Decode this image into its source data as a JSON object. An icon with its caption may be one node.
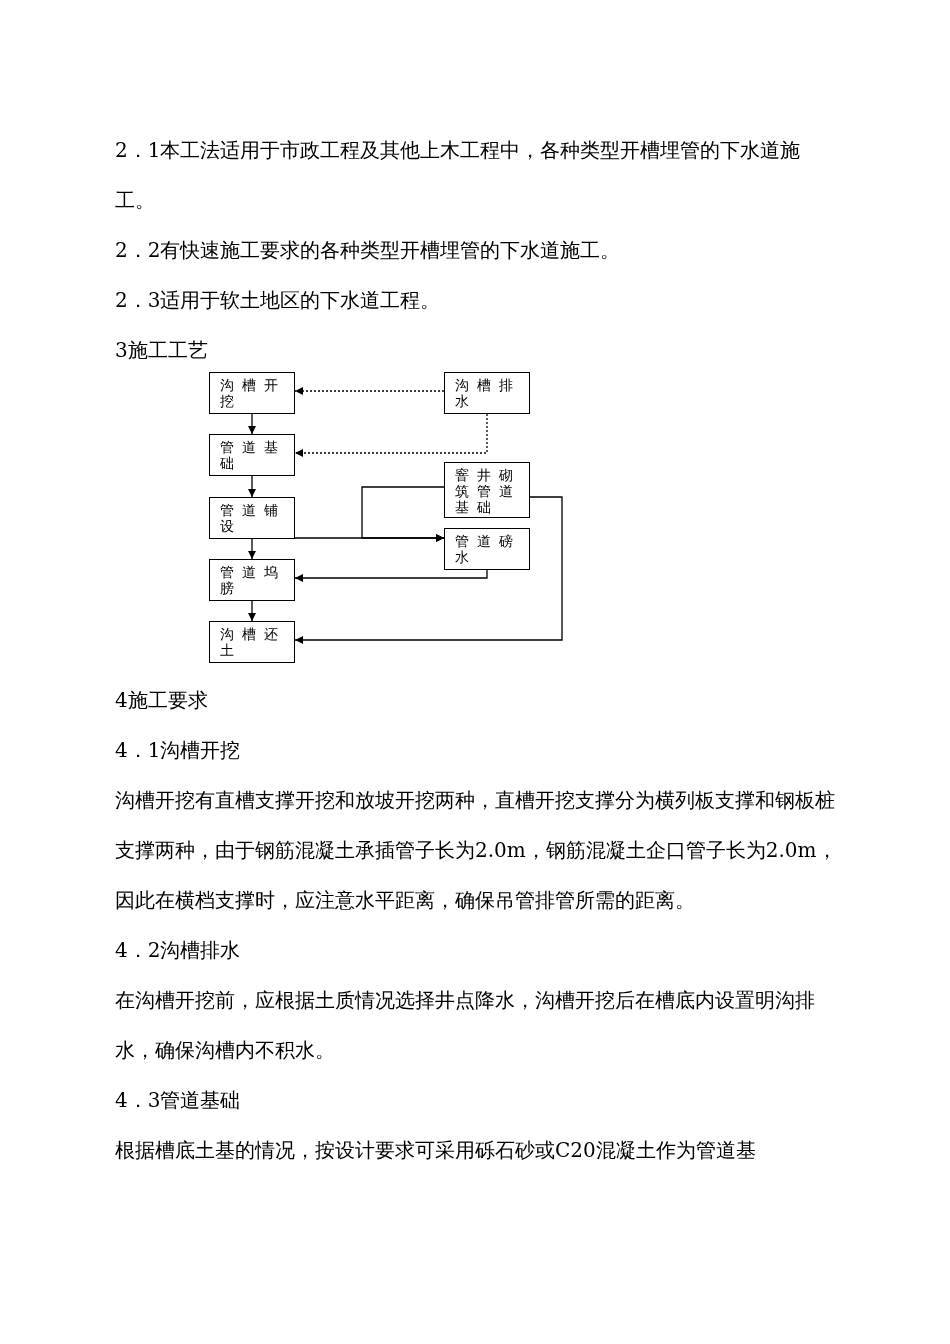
{
  "diagram": {
    "nodes": [
      {
        "text": [
          "沟槽开挖"
        ]
      },
      {
        "text": [
          "管道基础"
        ]
      },
      {
        "text": [
          "管道铺设"
        ]
      },
      {
        "text": [
          "管道坞膀"
        ]
      },
      {
        "text": [
          "沟槽还土"
        ]
      },
      {
        "text": [
          "沟槽排水"
        ]
      },
      {
        "text": [
          "窨井砌筑管道基础"
        ]
      },
      {
        "text": [
          "管道磅水"
        ]
      }
    ],
    "edges": [
      {
        "from": 0,
        "to": 1,
        "arrow": "to"
      },
      {
        "from": 1,
        "to": 2,
        "arrow": "to"
      },
      {
        "from": 2,
        "to": 3,
        "arrow": "to"
      },
      {
        "from": 3,
        "to": 4,
        "arrow": "to"
      },
      {
        "from": 5,
        "to": 0,
        "arrow": "to",
        "style": "dashed"
      },
      {
        "from": 5,
        "to": 1,
        "arrow": "to",
        "style": "dashed"
      },
      {
        "from": 2,
        "to": 7,
        "arrow": "to"
      },
      {
        "from": 6,
        "to": 7,
        "arrow": "to"
      },
      {
        "from": 7,
        "to": 3,
        "arrow": "to"
      },
      {
        "from": 6,
        "to": 4,
        "arrow": "to"
      }
    ],
    "labels": [
      "2．1本工法适用于市政工程及其他上木工程中，各种类型开槽埋管的下水道施工。",
      "2．2有快速施工要求的各种类型开槽埋管的下水道施工。",
      "2．3适用于软土地区的下水道工程。",
      "3施工工艺",
      "4施工要求",
      "4．1沟槽开挖",
      "沟槽开挖有直槽支撑开挖和放坡开挖两种，直槽开挖支撑分为横列板支撑和钢板桩支撑两种，由于钢筋混凝土承插管子长为2.0m，钢筋混凝土企口管子长为2.0m，因此在横档支撑时，应注意水平距离，确保吊管排管所需的距离。",
      "4．2沟槽排水",
      "在沟槽开挖前，应根据土质情况选择井点降水，沟槽开挖后在槽底内设置明沟排水，确保沟槽内不积水。",
      "4．3管道基础",
      "根据槽底土基的情况，按设计要求可采用砾石砂或C20混凝土作为管道基"
    ]
  }
}
